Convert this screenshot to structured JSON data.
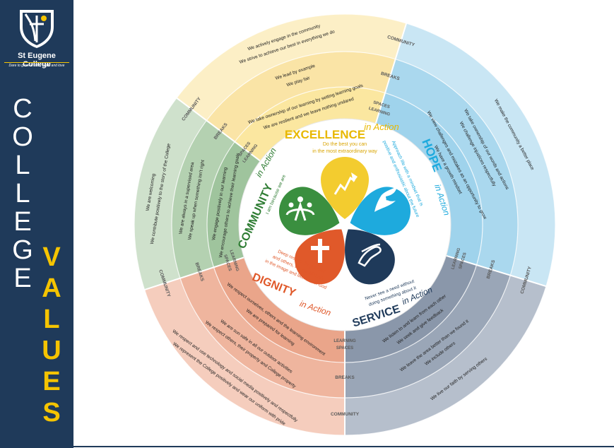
{
  "sidebar": {
    "college_name": "St Eugene College",
    "tagline": "Dare to grow in faith, hope and love",
    "word1": [
      "C",
      "O",
      "L",
      "L",
      "E",
      "G",
      "E"
    ],
    "word2": [
      "V",
      "A",
      "L",
      "U",
      "E",
      "S"
    ]
  },
  "ring_labels": {
    "community": "COMMUNITY",
    "breaks": "BREAKS",
    "learning": "LEARNING",
    "spaces": "SPACES"
  },
  "values": {
    "excellence": {
      "title": "EXCELLENCE",
      "script": "in Action",
      "line1": "Do the best you can",
      "line2": "in the most extraordinary way"
    },
    "hope": {
      "title": "HOPE",
      "script": "in Action",
      "line1": "Approach life with a mindset that is",
      "line2": "positive and enthusiastic about the future"
    },
    "community": {
      "title": "COMMUNITY",
      "script": "in Action",
      "line1": "I am because we are"
    },
    "dignity": {
      "title": "DIGNITY",
      "script": "in Action",
      "line1": "Deep respect for yourself",
      "line2": "and others, we are all made",
      "line3": "in the image and likeness of God"
    },
    "service": {
      "title": "SERVICE",
      "script": "in Action",
      "line1": "Never see a need without",
      "line2": "doing something about it"
    }
  },
  "statements": {
    "yellow_community": [
      "We actively engage in the community",
      "We strive to achieve our best in everything we do"
    ],
    "yellow_breaks": [
      "We lead by example",
      "We play fair"
    ],
    "yellow_learning": [
      "We take ownership of our learning by setting learning goals",
      "We are resilient and we leave nothing undared"
    ],
    "blue_community": [
      "We make the community a better place"
    ],
    "blue_breaks": [
      "We take ownership of our words and actions",
      "We challenge injustices respectfully"
    ],
    "blue_learning": [
      "We view challenges and mistakes as an opportunity to grow",
      "We have a growth mindset"
    ],
    "green_community": [
      "We are welcoming",
      "We contribute positively to the story of the College"
    ],
    "green_breaks": [
      "We are always in a supervised area",
      "We speak up when something isn't right"
    ],
    "green_learning": [
      "We engage positively in our learning",
      "We encourage others to achieve their learning goals"
    ],
    "orange_community": [
      "We represent the College positively and wear our uniform with pride",
      "We respect and use technology and social media positively and respectfully"
    ],
    "orange_breaks": [
      "We respect others, their property and College property",
      "We are sun safe in all our outdoor activities"
    ],
    "orange_learning": [
      "We are prepared for learning",
      "We respect ourselves, others and the learning environment"
    ],
    "navy_community": [
      "We live our faith by serving others"
    ],
    "navy_breaks": [
      "We include others",
      "We leave the area better than we found it"
    ],
    "navy_learning": [
      "We seek and give feedback",
      "We listen to and learn from each other"
    ]
  },
  "colors": {
    "sidebar": "#1f3a5a",
    "accent_yellow": "#f5c400",
    "excellence": "#f3cc2f",
    "hope": "#1eaadd",
    "community": "#3a8f3f",
    "dignity": "#e0592a",
    "service": "#1f3a5a"
  },
  "icons": [
    "shield-logo-icon",
    "rising-arrow-icon",
    "dove-icon",
    "group-of-people-icon",
    "cross-icon",
    "clasped-hands-icon"
  ]
}
